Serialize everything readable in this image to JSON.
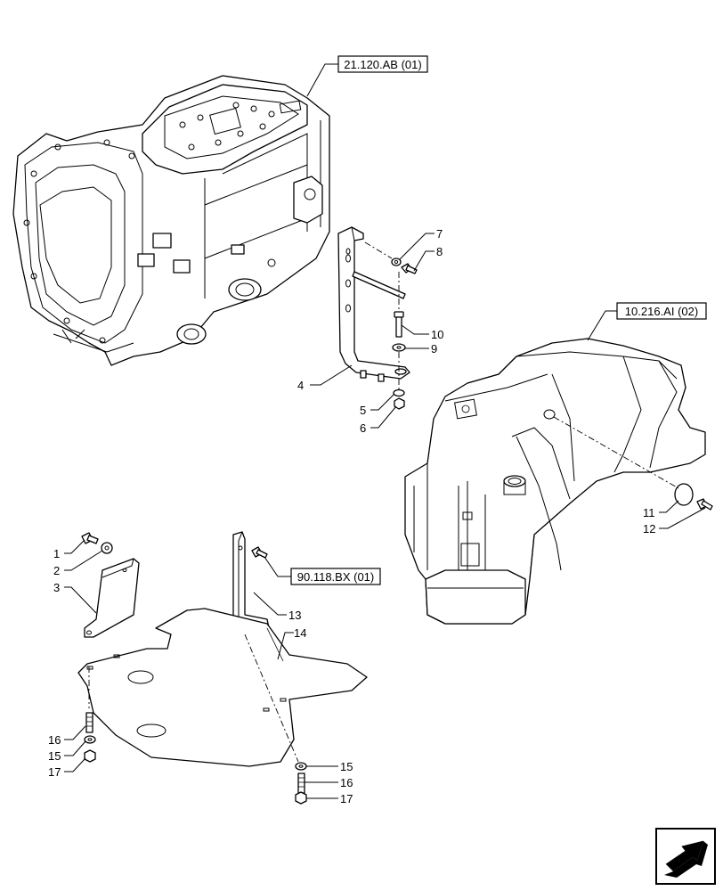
{
  "references": [
    {
      "id": "ref-transmission",
      "text": "21.120.AB (01)"
    },
    {
      "id": "ref-fuel-tank",
      "text": "10.216.AI (02)"
    },
    {
      "id": "ref-bracket",
      "text": "90.118.BX (01)"
    }
  ],
  "callouts": {
    "c1": "1",
    "c2": "2",
    "c3": "3",
    "c4": "4",
    "c5": "5",
    "c6": "6",
    "c7": "7",
    "c8": "8",
    "c9": "9",
    "c10": "10",
    "c11": "11",
    "c12": "12",
    "c13": "13",
    "c14": "14",
    "c15a": "15",
    "c16a": "16",
    "c17a": "17",
    "c15b": "15",
    "c16b": "16",
    "c17b": "17"
  },
  "nav_icon": "next-page-arrow-icon"
}
